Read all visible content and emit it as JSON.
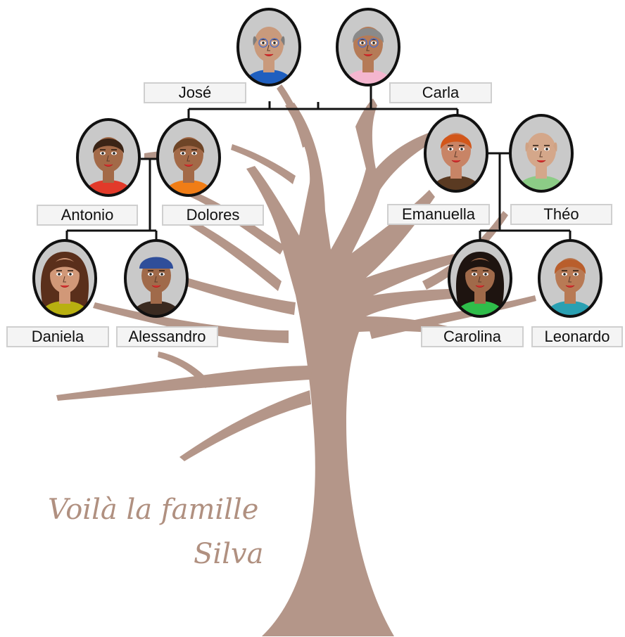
{
  "colors": {
    "trunk": "#b49689",
    "line": "#111111",
    "frame_bg": "#c9c9c9",
    "title": "#b09080"
  },
  "title": {
    "line1": "Voilà la famille",
    "line2": "Silva"
  },
  "people": {
    "jose": {
      "name": "José",
      "shirt": "#1f5fbf",
      "skin": "#c99a7c",
      "hair": "#7d7d7d",
      "glasses": true,
      "bald": true
    },
    "carla": {
      "name": "Carla",
      "shirt": "#f4b6cf",
      "skin": "#b57b57",
      "hair": "#8a8a8a",
      "glasses": true
    },
    "antonio": {
      "name": "Antonio",
      "shirt": "#e23a2a",
      "skin": "#a36a48",
      "hair": "#3a2416"
    },
    "dolores": {
      "name": "Dolores",
      "shirt": "#f07d16",
      "skin": "#a36a48",
      "hair": "#6e4527"
    },
    "emanuella": {
      "name": "Emanuella",
      "shirt": "#5a3a22",
      "skin": "#c88466",
      "hair": "#d2561a"
    },
    "theo": {
      "name": "Théo",
      "shirt": "#8ccc86",
      "skin": "#d4a78a",
      "hair": "#cfa284",
      "bald": true
    },
    "daniela": {
      "name": "Daniela",
      "shirt": "#b8b010",
      "skin": "#d19878",
      "hair": "#5a2f1b",
      "long_hair": true
    },
    "alessandro": {
      "name": "Alessandro",
      "shirt": "#3a2a20",
      "skin": "#a06a4a",
      "hair": "#2f4e9a",
      "cap": true
    },
    "carolina": {
      "name": "Carolina",
      "shirt": "#2fbd4a",
      "skin": "#a06a4a",
      "hair": "#1e1410",
      "long_hair": true
    },
    "leonardo": {
      "name": "Leonardo",
      "shirt": "#2aa0b2",
      "skin": "#b87a55",
      "hair": "#b95e2c"
    }
  }
}
